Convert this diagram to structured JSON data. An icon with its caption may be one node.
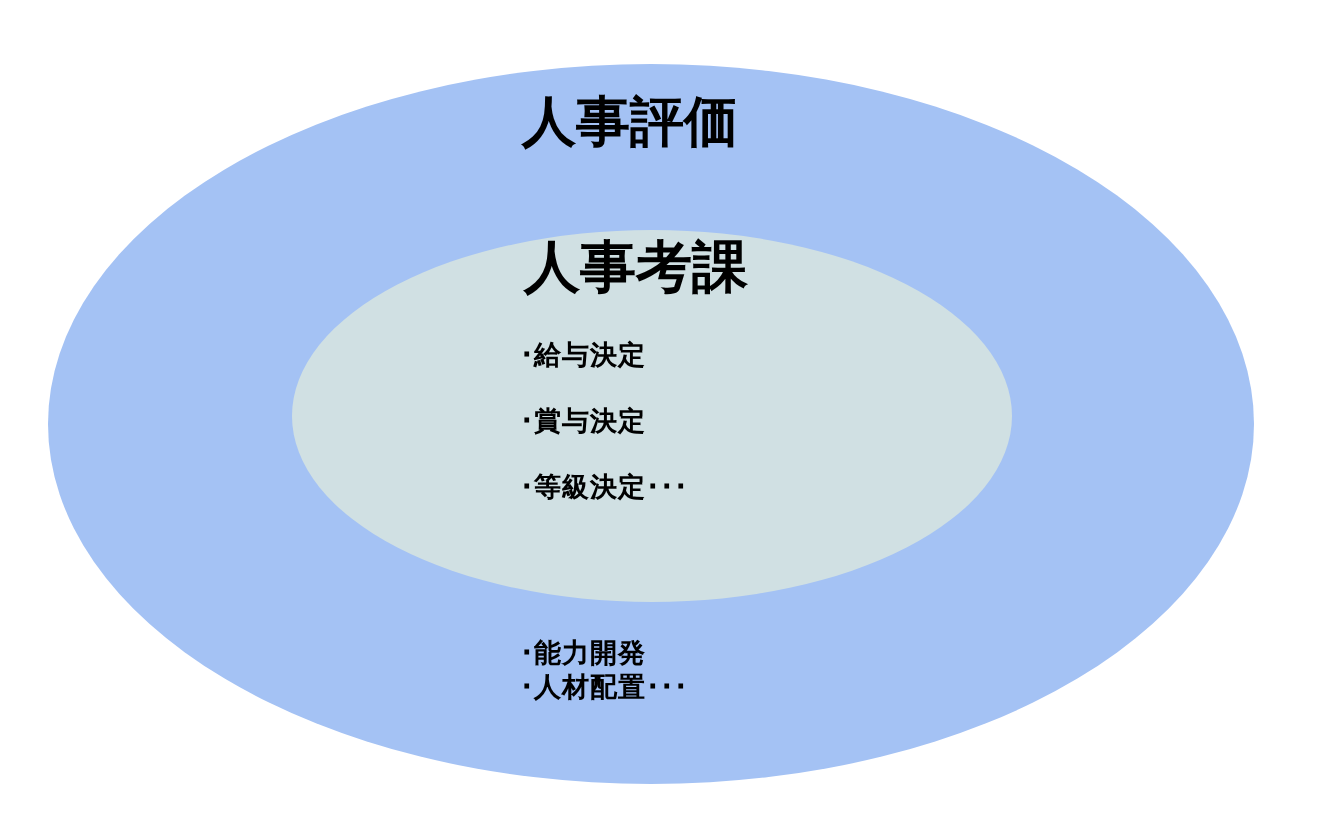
{
  "diagram": {
    "nodes": [
      {
        "text": [
          "人事評価",
          "･能力開発",
          "･人材配置･･･"
        ]
      },
      {
        "text": [
          "人事考課",
          "･給与決定",
          "･賞与決定",
          "･等級決定･･･"
        ],
        "in": 0
      }
    ]
  }
}
